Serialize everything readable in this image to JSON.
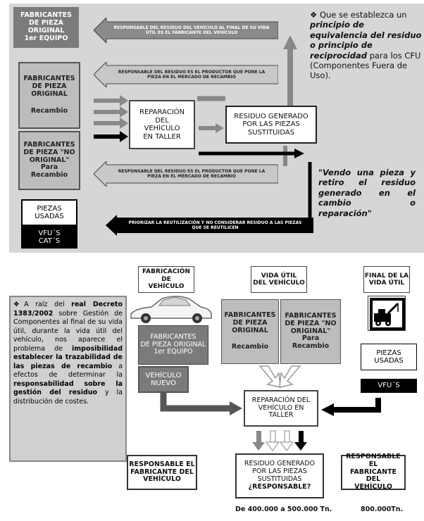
{
  "top": {
    "fab_1er_equipo": [
      "FABRICANTES",
      "DE PIEZA",
      "ORIGINAL",
      "1er EQUIPO"
    ],
    "fab_original_recambio": [
      "FABRICANTES",
      "DE PIEZA",
      "ORIGINAL",
      "",
      "Recambio"
    ],
    "fab_no_original": [
      "FABRICANTES",
      "DE PIEZA \"NO",
      "ORIGINAL\"",
      "Para",
      "Recambio"
    ],
    "piezas_usadas": [
      "PIEZAS",
      "USADAS"
    ],
    "vfu_cat": [
      "VFU´S",
      "CAT´S"
    ],
    "reparacion": [
      "REPARACIÓN",
      "DEL",
      "VEHÍCULO",
      "EN TALLER"
    ],
    "residuo": [
      "RESIDUO GENERADO",
      "POR LAS PIEZAS",
      "SUSTITUIDAS"
    ],
    "arrow_fabricante": "RESPONSABLE DEL RESIDUO DEL VEHÍCULO AL FINAL DE SU VIDA ÚTIL ES EL FABRICANTE DEL VEHÍCULO",
    "arrow_productor_1": "RESPONSABLE DEL RESIDUO ES EL PRODUCTOR QUE PONE LA PIEZA EN EL MERCADO DE RECAMBIO",
    "arrow_productor_2": "RESPONSABLE DEL RESIDUO ES EL PRODUCTOR QUE PONE LA PIEZA EN EL MERCADO DE RECAMBIO",
    "arrow_reutilizacion": "PRIORIZAR LA REUTILIZACIÓN Y NO CONSIDERAR RESIDUO A LAS PIEZAS QUE SE REUTILICEN",
    "note_prefix": "❖ Que se establezca un",
    "note_emph": "principio de equivalencia del residuo o principio de reciprocidad",
    "note_suffix": "para los CFU (Componentes Fuera de Uso).",
    "quote": "\"Vendo una pieza y retiro el residuo generado en el cambio o reparación\""
  },
  "bottom": {
    "header_fabricacion": [
      "FABRICACIÓN DE",
      "VEHÍCULO"
    ],
    "header_vida_util": [
      "VIDA ÚTIL",
      "DEL VEHÍCULO"
    ],
    "header_final": [
      "FINAL DE LA",
      "VIDA ÚTIL"
    ],
    "text_p1": "❖A raíz del ",
    "text_b1": "real Decreto 1383/2002",
    "text_p2": " sobre Gestión de Componentes al final de su vida útil, durante la vida útil del vehículo, nos aparece el problema de ",
    "text_b2": "imposibilidad establecer la trazabilidad de las piezas de recambio",
    "text_p3": " a efectos de determinar la ",
    "text_b3": "responsabilidad sobre la gestión del residuo",
    "text_p4": " y la distribución de costes.",
    "fab_1er_equipo": [
      "FABRICANTES",
      "DE PIEZA ORIGINAL",
      "1er EQUIPO"
    ],
    "vehiculo_nuevo": [
      "VEHÍCULO",
      "NUEVO"
    ],
    "fab_original": [
      "FABRICANTES",
      "DE PIEZA",
      "ORIGINAL",
      "",
      "Recambio"
    ],
    "fab_no_original": [
      "FABRICANTES",
      "DE PIEZA \"NO",
      "ORIGINAL\"",
      "Para",
      "Recambio"
    ],
    "piezas_usadas": [
      "PIEZAS",
      "USADAS"
    ],
    "vfu": "VFU´S",
    "reparacion": [
      "REPARACIÓN DEL",
      "VEHÍCULO EN",
      "TALLER"
    ],
    "resp_left": [
      "RESPONSABLE EL",
      "FABRICANTE DEL",
      "VEHÍCULO"
    ],
    "residuo": [
      "RESIDUO GENERADO",
      "POR LAS PIEZAS",
      "SUSTITUIDAS",
      "¿RESPONSABLE?"
    ],
    "resp_right": [
      "RESPONSABLE EL",
      "FABRICANTE DEL",
      "VEHÍCULO"
    ],
    "tonnage_mid": "De 400.000 a 500.000 Tn.",
    "tonnage_right": "800.000Tn."
  }
}
